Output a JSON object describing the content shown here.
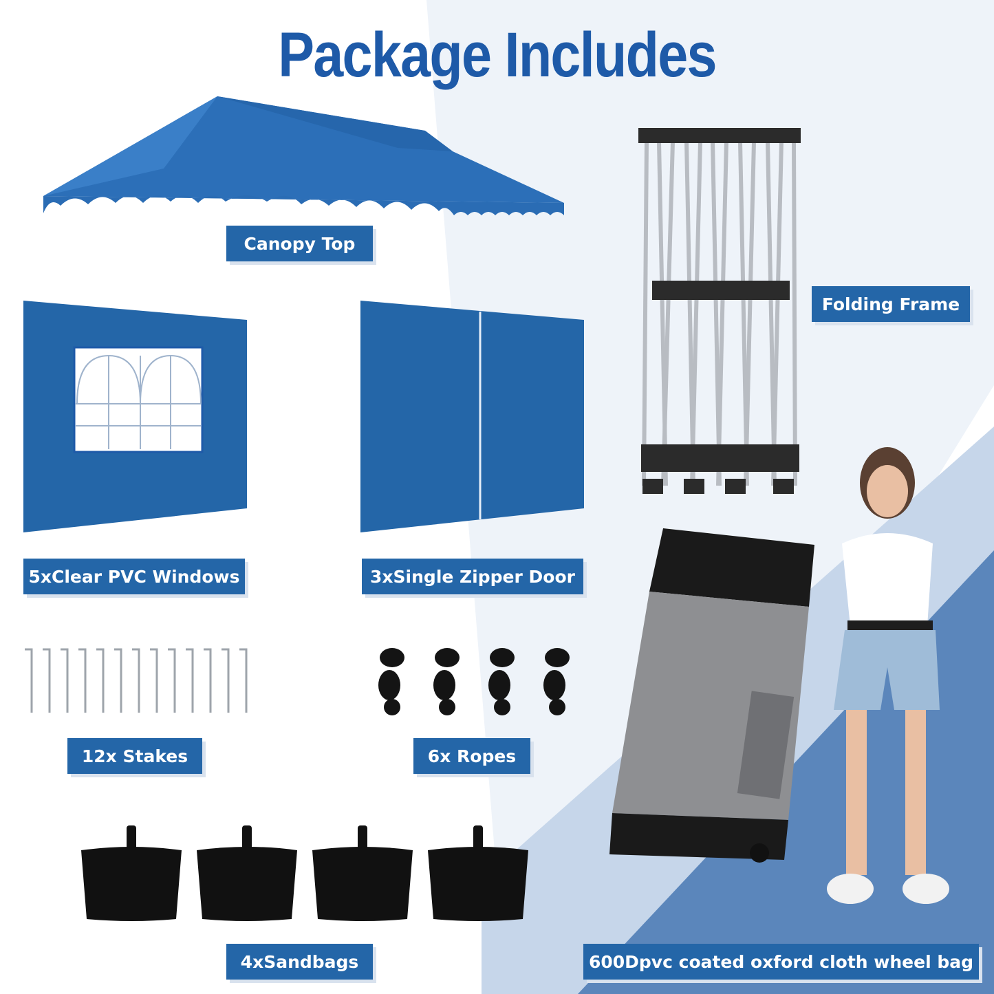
{
  "title": "Package Includes",
  "items": {
    "canopy_top": "Canopy Top",
    "folding_frame": "Folding Frame",
    "windows": "5xClear PVC Windows",
    "zipper_door": "3xSingle Zipper Door",
    "stakes": "12x Stakes",
    "ropes": "6x Ropes",
    "sandbags": "4xSandbags",
    "wheel_bag": "600Dpvc coated oxford cloth wheel bag"
  },
  "colors": {
    "brand_blue": "#1e5aa8",
    "panel_blue": "#2466a8",
    "bg_light_blue": "#c9d8ea",
    "bg_mid_blue": "#5b86bb"
  }
}
